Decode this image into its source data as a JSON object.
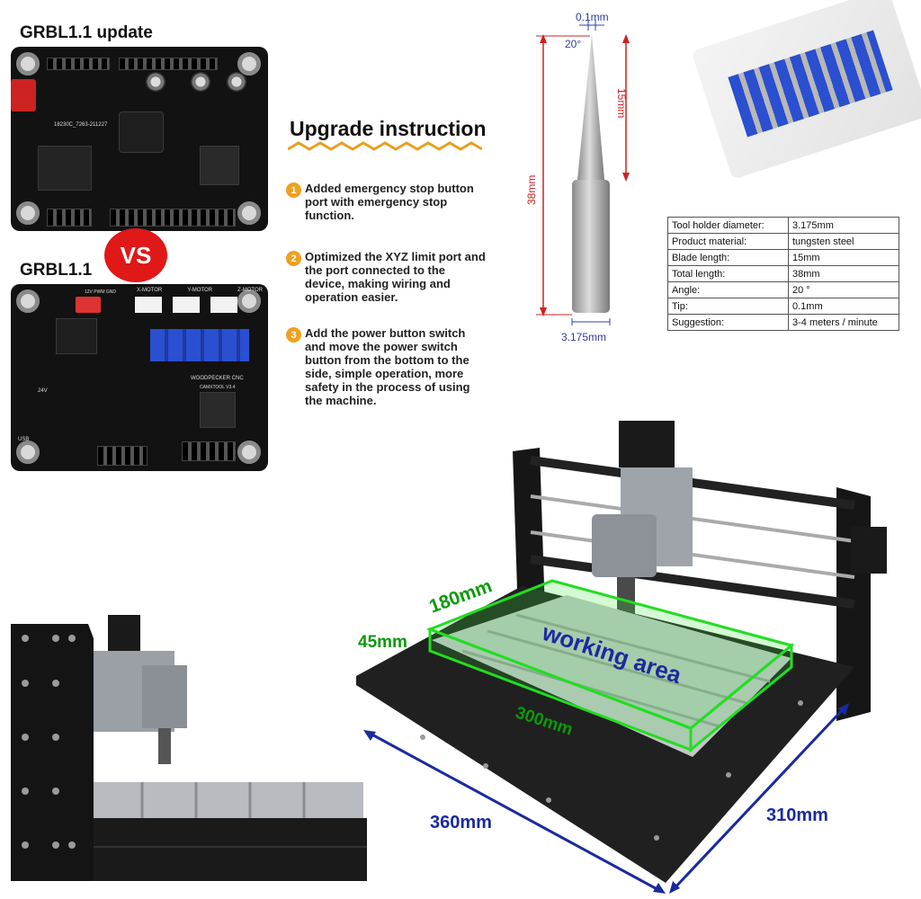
{
  "boards": {
    "top_title": "GRBL1.1 update",
    "vs_label": "VS",
    "bottom_title": "GRBL1.1",
    "board_texts": {
      "axes": [
        "X-MOTOR",
        "Y-MOTOR",
        "Z-MOTOR"
      ],
      "brand": "WOODPECKER CNC",
      "model": "CAMXTOOL  V3.4",
      "usb": "USB",
      "voltage": "24V",
      "pwm": "12V PWM GND",
      "serial": "18230C_7263-211227"
    }
  },
  "upgrade": {
    "title": "Upgrade instruction",
    "items": [
      {
        "num": "1",
        "text": "Added emergency stop button port with emergency stop function."
      },
      {
        "num": "2",
        "text": "Optimized the XYZ limit port and the port connected to the device, making wiring and operation easier."
      },
      {
        "num": "3",
        "text": "Add the power button switch and move the power switch button from the bottom to the side, simple operation, more safety in the process of using the machine."
      }
    ]
  },
  "tool": {
    "tip": "0.1mm",
    "angle": "20°",
    "blade": "15mm",
    "total": "38mm",
    "shank": "3.175mm"
  },
  "spec_table": {
    "rows": [
      {
        "label": "Tool holder diameter:",
        "value": "3.175mm"
      },
      {
        "label": "Product material:",
        "value": "tungsten steel"
      },
      {
        "label": "Blade length:",
        "value": "15mm"
      },
      {
        "label": "Total length:",
        "value": "38mm"
      },
      {
        "label": "Angle:",
        "value": "20 °"
      },
      {
        "label": "Tip:",
        "value": "0.1mm"
      },
      {
        "label": "Suggestion:",
        "value": "3-4 meters / minute"
      }
    ]
  },
  "machine": {
    "working_area": "working area",
    "dim_180": "180mm",
    "dim_45": "45mm",
    "dim_300": "300mm",
    "dim_360": "360mm",
    "dim_310": "310mm"
  },
  "colors": {
    "accent_red": "#e01818",
    "highlight_green": "#22dd22",
    "dimension_blue": "#1a2aa0",
    "bullet_orange": "#f0a020"
  }
}
